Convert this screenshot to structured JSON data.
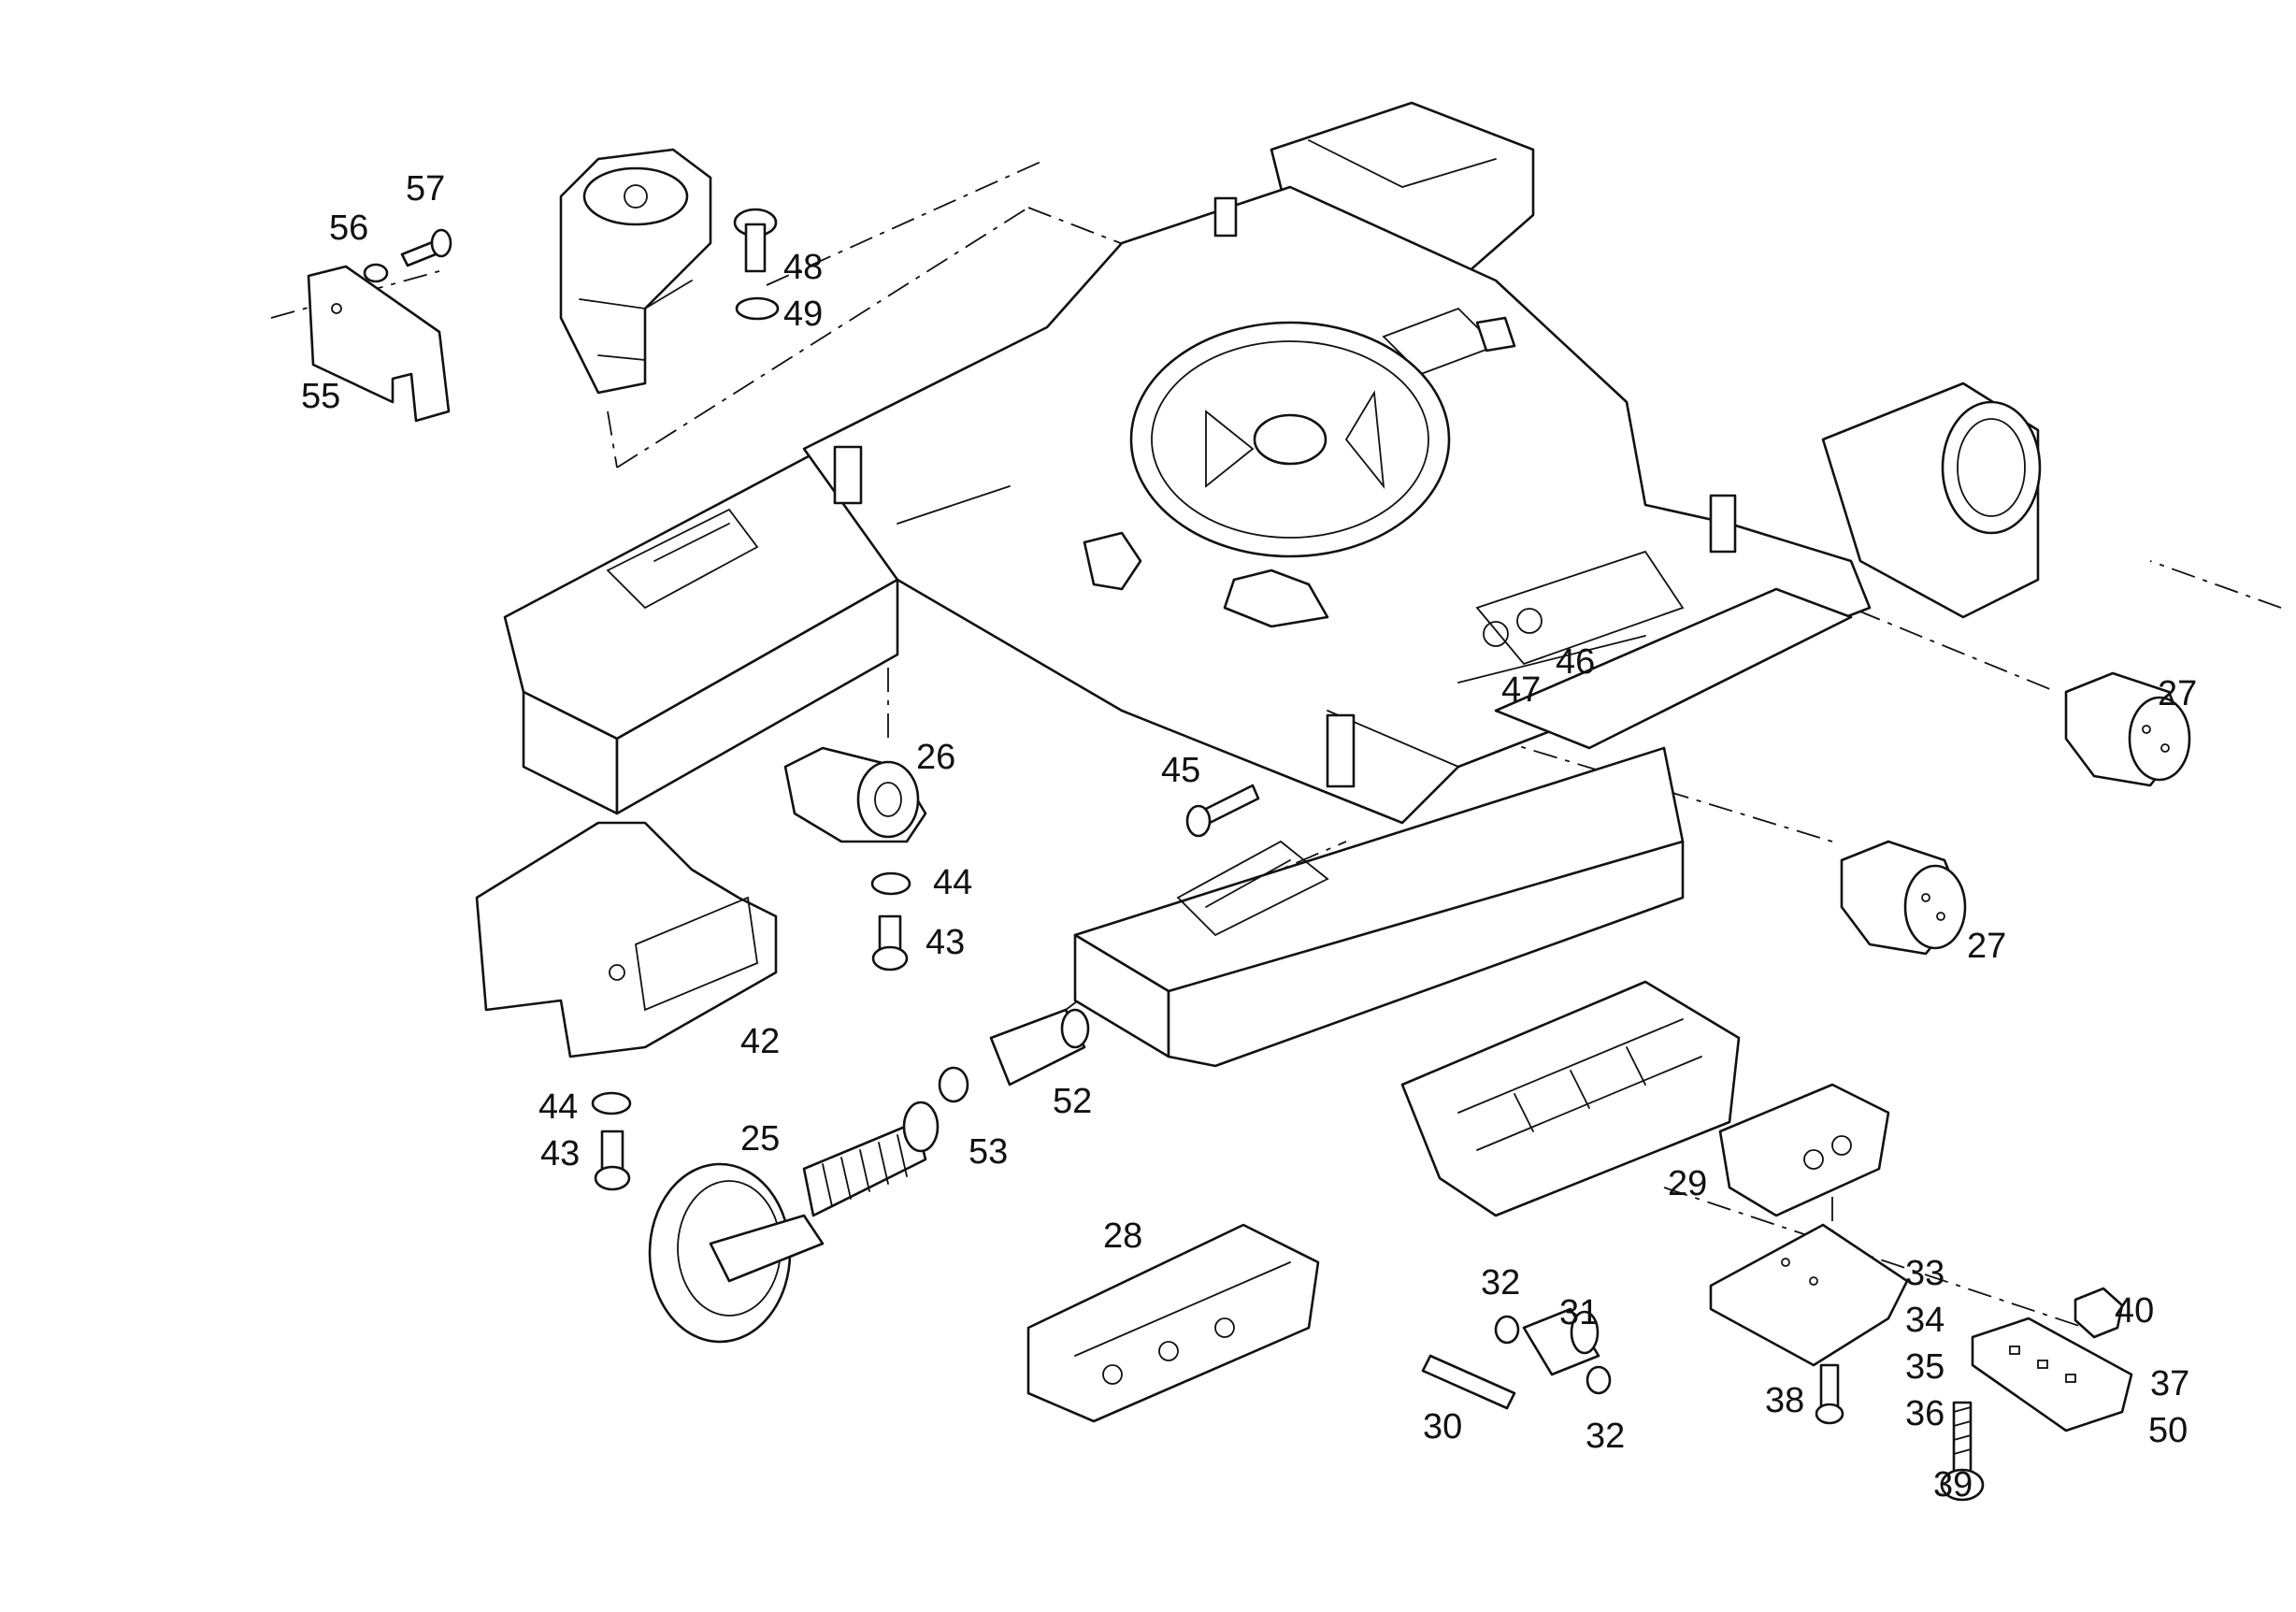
{
  "labels": [
    {
      "id": "57",
      "text": "57"
    },
    {
      "id": "56",
      "text": "56"
    },
    {
      "id": "55",
      "text": "55"
    },
    {
      "id": "48",
      "text": "48"
    },
    {
      "id": "49",
      "text": "49"
    },
    {
      "id": "26",
      "text": "26"
    },
    {
      "id": "47",
      "text": "47"
    },
    {
      "id": "46",
      "text": "46"
    },
    {
      "id": "45",
      "text": "45"
    },
    {
      "id": "27a",
      "text": "27"
    },
    {
      "id": "27b",
      "text": "27"
    },
    {
      "id": "44a",
      "text": "44"
    },
    {
      "id": "43a",
      "text": "43"
    },
    {
      "id": "42",
      "text": "42"
    },
    {
      "id": "44b",
      "text": "44"
    },
    {
      "id": "43b",
      "text": "43"
    },
    {
      "id": "25",
      "text": "25"
    },
    {
      "id": "52",
      "text": "52"
    },
    {
      "id": "53",
      "text": "53"
    },
    {
      "id": "28",
      "text": "28"
    },
    {
      "id": "29",
      "text": "29"
    },
    {
      "id": "32a",
      "text": "32"
    },
    {
      "id": "31",
      "text": "31"
    },
    {
      "id": "30",
      "text": "30"
    },
    {
      "id": "32b",
      "text": "32"
    },
    {
      "id": "33",
      "text": "33"
    },
    {
      "id": "34",
      "text": "34"
    },
    {
      "id": "35",
      "text": "35"
    },
    {
      "id": "36",
      "text": "36"
    },
    {
      "id": "38",
      "text": "38"
    },
    {
      "id": "40",
      "text": "40"
    },
    {
      "id": "37",
      "text": "37"
    },
    {
      "id": "50",
      "text": "50"
    },
    {
      "id": "39",
      "text": "39"
    }
  ]
}
